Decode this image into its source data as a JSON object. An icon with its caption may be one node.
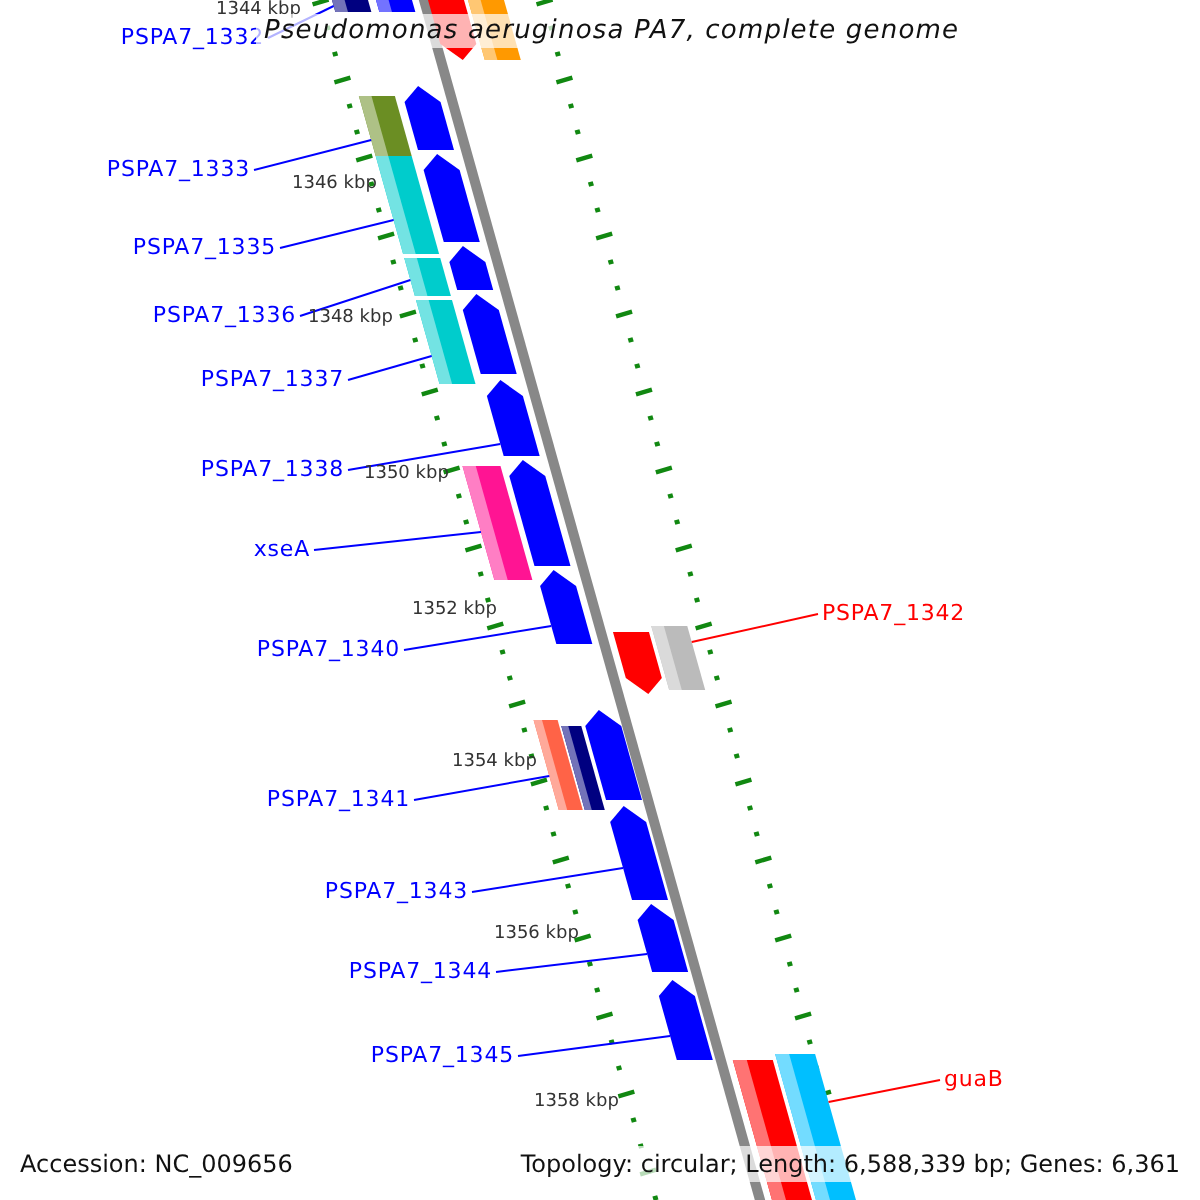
{
  "diagram": {
    "title": "Pseudomonas aeruginosa PA7, complete genome",
    "nodes": [
      {
        "text": [
          "PSPA7_1332"
        ]
      },
      {
        "text": [
          "PSPA7_1333"
        ]
      },
      {
        "text": [
          "PSPA7_1335"
        ]
      },
      {
        "text": [
          "PSPA7_1336"
        ]
      },
      {
        "text": [
          "PSPA7_1337"
        ]
      },
      {
        "text": [
          "PSPA7_1338"
        ]
      },
      {
        "text": [
          "xseA"
        ]
      },
      {
        "text": [
          "PSPA7_1340"
        ]
      },
      {
        "text": [
          "PSPA7_1342"
        ]
      },
      {
        "text": [
          "PSPA7_1341"
        ]
      },
      {
        "text": [
          "PSPA7_1343"
        ]
      },
      {
        "text": [
          "PSPA7_1344"
        ]
      },
      {
        "text": [
          "PSPA7_1345"
        ]
      },
      {
        "text": [
          "guaB"
        ]
      },
      {
        "text": [],
        "shape": "bar"
      },
      {
        "text": [],
        "shape": "bar"
      },
      {
        "text": [],
        "shape": "bar"
      },
      {
        "text": [],
        "shape": "bar"
      },
      {
        "text": [],
        "shape": "bar"
      },
      {
        "text": [],
        "shape": "bar"
      },
      {
        "text": [],
        "shape": "bar"
      },
      {
        "text": [],
        "shape": "bar"
      },
      {
        "text": [],
        "shape": "bar"
      },
      {
        "text": [],
        "shape": "bar"
      },
      {
        "text": [],
        "shape": "bar"
      },
      {
        "text": [],
        "shape": "bar"
      },
      {
        "text": [],
        "shape": "bar"
      },
      {
        "text": [],
        "shape": "bar"
      },
      {
        "text": [],
        "shape": "bar"
      },
      {
        "text": [],
        "shape": "bar"
      },
      {
        "text": [],
        "shape": "bar"
      },
      {
        "text": [],
        "shape": "bar"
      },
      {
        "text": [],
        "shape": "bar"
      },
      {
        "text": [],
        "shape": "bar"
      },
      {
        "text": [],
        "shape": "bar"
      },
      {
        "text": [],
        "shape": "bar"
      },
      {
        "text": [],
        "shape": "bar"
      },
      {
        "text": [],
        "shape": "bar"
      },
      {
        "text": [],
        "shape": "bar"
      },
      {
        "text": [],
        "shape": "bar"
      }
    ],
    "edges": [
      {
        "from": 0,
        "to": 14,
        "arrow": "none"
      },
      {
        "from": 1,
        "to": 19,
        "arrow": "none"
      },
      {
        "from": 2,
        "to": 20,
        "arrow": "none"
      },
      {
        "from": 3,
        "to": 23,
        "arrow": "none"
      },
      {
        "from": 4,
        "to": 25,
        "arrow": "none"
      },
      {
        "from": 5,
        "to": 26,
        "arrow": "none"
      },
      {
        "from": 6,
        "to": 28,
        "arrow": "none"
      },
      {
        "from": 7,
        "to": 29,
        "arrow": "none"
      },
      {
        "from": 8,
        "to": 30,
        "arrow": "none",
        "color": "#ff0000"
      },
      {
        "from": 9,
        "to": 33,
        "arrow": "none"
      },
      {
        "from": 10,
        "to": 35,
        "arrow": "none"
      },
      {
        "from": 11,
        "to": 36,
        "arrow": "none"
      },
      {
        "from": 12,
        "to": 37,
        "arrow": "none"
      },
      {
        "from": 13,
        "to": 38,
        "arrow": "none",
        "color": "#ff0000"
      }
    ],
    "labels": [
      "1344 kbp",
      "1346 kbp",
      "1348 kbp",
      "1350 kbp",
      "1352 kbp",
      "1354 kbp",
      "1356 kbp",
      "1358 kbp",
      "Accession: NC_009656",
      "Topology: circular; Length: 6,588,339 bp; Genes: 6,361"
    ]
  }
}
